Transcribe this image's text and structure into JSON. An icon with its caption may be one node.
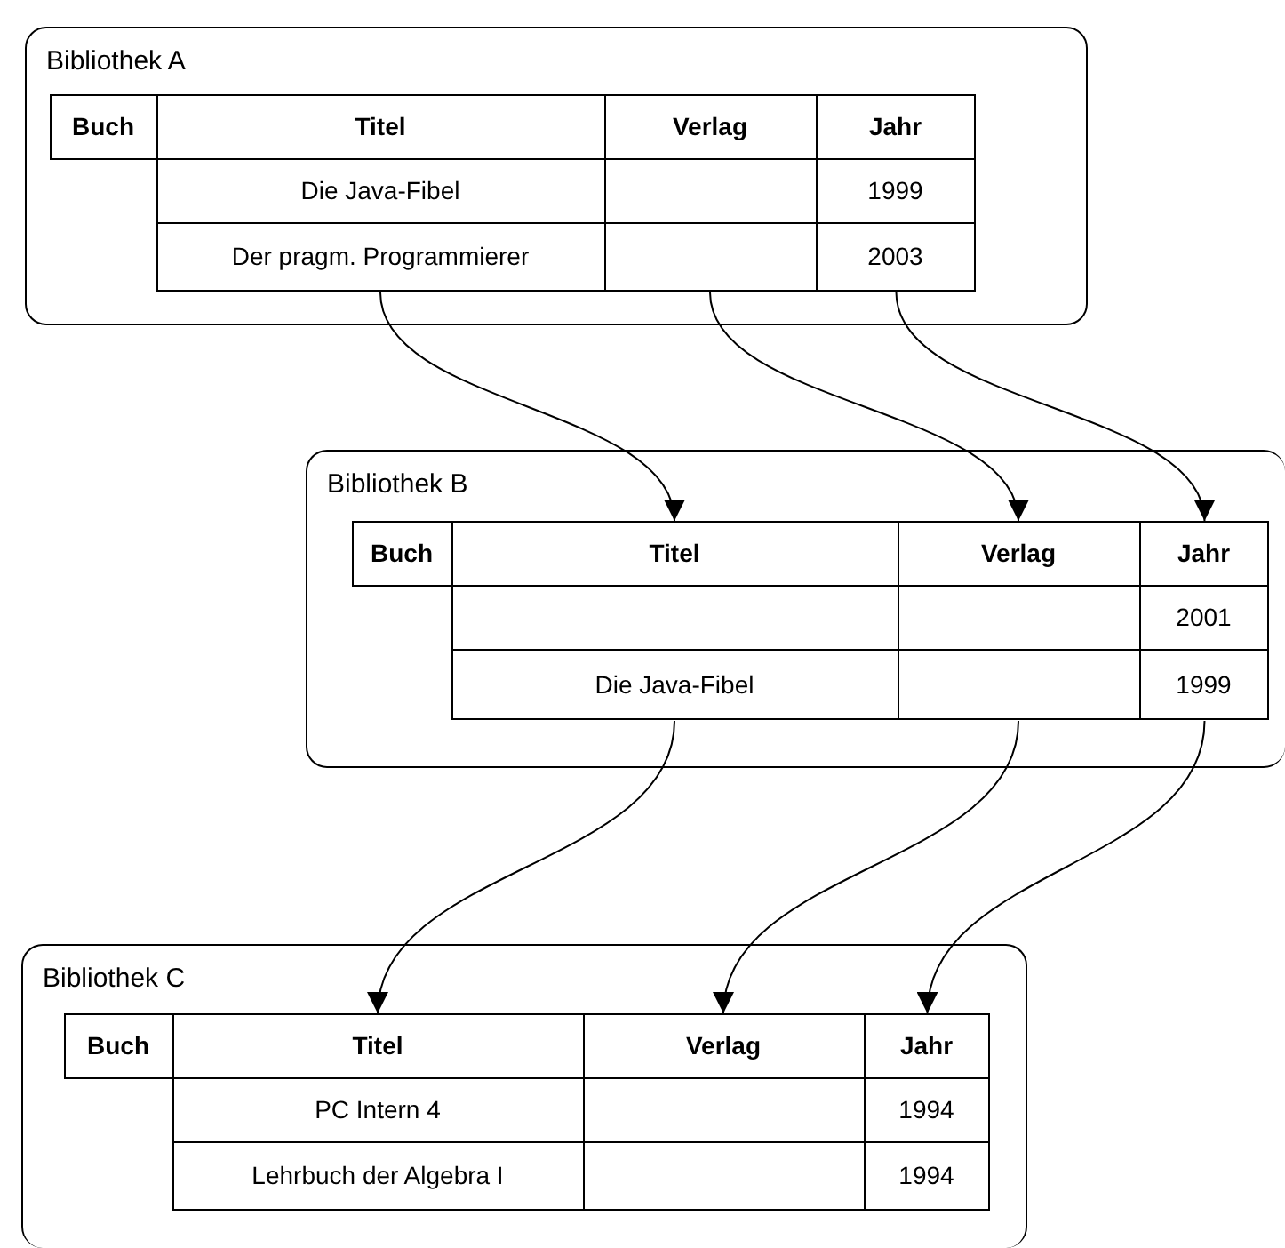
{
  "diagram": {
    "nodes": [
      {
        "text": [
          "Bibliothek A"
        ]
      },
      {
        "text": [
          "Buch"
        ],
        "in": 0
      },
      {
        "text": [
          "Titel"
        ],
        "in": 0
      },
      {
        "text": [
          "Verlag"
        ],
        "in": 0
      },
      {
        "text": [
          "Jahr"
        ],
        "in": 0
      },
      {
        "text": [
          "Die Java-Fibel"
        ],
        "in": 0
      },
      {
        "text": [],
        "shape": "box",
        "in": 0
      },
      {
        "text": [
          "1999"
        ],
        "in": 0
      },
      {
        "text": [
          "Der pragm. Programmierer"
        ],
        "in": 0
      },
      {
        "text": [],
        "shape": "box",
        "in": 0
      },
      {
        "text": [
          "2003"
        ],
        "in": 0
      },
      {
        "text": [
          "Bibliothek B"
        ]
      },
      {
        "text": [
          "Buch"
        ],
        "in": 11
      },
      {
        "text": [
          "Titel"
        ],
        "in": 11
      },
      {
        "text": [
          "Verlag"
        ],
        "in": 11
      },
      {
        "text": [
          "Jahr"
        ],
        "in": 11
      },
      {
        "text": [],
        "shape": "box",
        "in": 11
      },
      {
        "text": [],
        "shape": "box",
        "in": 11
      },
      {
        "text": [
          "2001"
        ],
        "in": 11
      },
      {
        "text": [
          "Die Java-Fibel"
        ],
        "in": 11
      },
      {
        "text": [],
        "shape": "box",
        "in": 11
      },
      {
        "text": [
          "1999"
        ],
        "in": 11
      },
      {
        "text": [
          "Bibliothek C"
        ]
      },
      {
        "text": [
          "Buch"
        ],
        "in": 22
      },
      {
        "text": [
          "Titel"
        ],
        "in": 22
      },
      {
        "text": [
          "Verlag"
        ],
        "in": 22
      },
      {
        "text": [
          "Jahr"
        ],
        "in": 22
      },
      {
        "text": [
          "PC Intern 4"
        ],
        "in": 22
      },
      {
        "text": [],
        "shape": "box",
        "in": 22
      },
      {
        "text": [
          "1994"
        ],
        "in": 22
      },
      {
        "text": [
          "Lehrbuch der Algebra I"
        ],
        "in": 22
      },
      {
        "text": [],
        "shape": "box",
        "in": 22
      },
      {
        "text": [
          "1994"
        ],
        "in": 22
      }
    ],
    "edges": [
      {
        "from": 8,
        "to": 13,
        "arrow": "to"
      },
      {
        "from": 9,
        "to": 14,
        "arrow": "to"
      },
      {
        "from": 10,
        "to": 15,
        "arrow": "to"
      },
      {
        "from": 19,
        "to": 24,
        "arrow": "to"
      },
      {
        "from": 20,
        "to": 25,
        "arrow": "to"
      },
      {
        "from": 21,
        "to": 26,
        "arrow": "to"
      }
    ]
  }
}
